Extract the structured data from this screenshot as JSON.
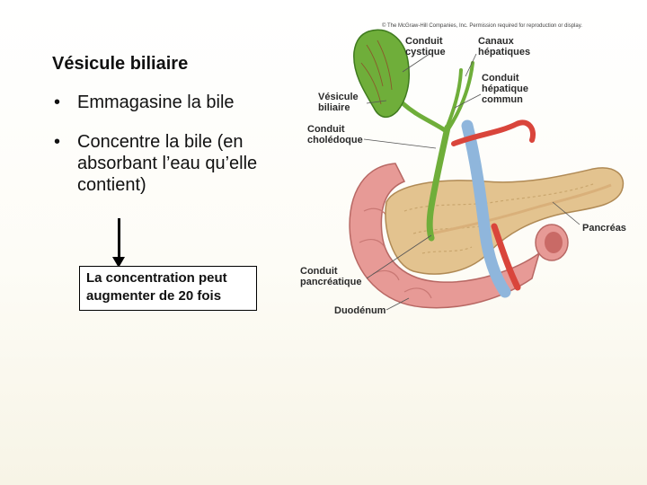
{
  "slide": {
    "title": "Vésicule biliaire",
    "bullets": [
      {
        "bullet": "•",
        "text": "Emmagasine la bile"
      },
      {
        "bullet": "•",
        "text": "Concentre la bile (en absorbant l’eau qu’elle contient)"
      }
    ],
    "callout": "La concentration peut augmenter de 20 fois"
  },
  "figure": {
    "copyright": "© The McGraw-Hill Companies, Inc. Permission required for reproduction or display.",
    "labels": {
      "conduit_cystique": [
        "Conduit",
        "cystique"
      ],
      "canaux_hepatiques": [
        "Canaux",
        "hépatiques"
      ],
      "conduit_hepatique_commun": [
        "Conduit",
        "hépatique",
        "commun"
      ],
      "vesicule_biliaire": [
        "Vésicule",
        "biliaire"
      ],
      "conduit_choledoque": [
        "Conduit",
        "cholédoque"
      ],
      "pancreas": [
        "Pancréas"
      ],
      "conduit_pancreatique": [
        "Conduit",
        "pancréatique"
      ],
      "duodenum": [
        "Duodénum"
      ]
    },
    "colors": {
      "gallbladder": "#6fae3a",
      "duodenum": "#e79a96",
      "pancreas": "#e3c38f",
      "vein": "#8fb6dc",
      "artery": "#d9453b"
    }
  }
}
